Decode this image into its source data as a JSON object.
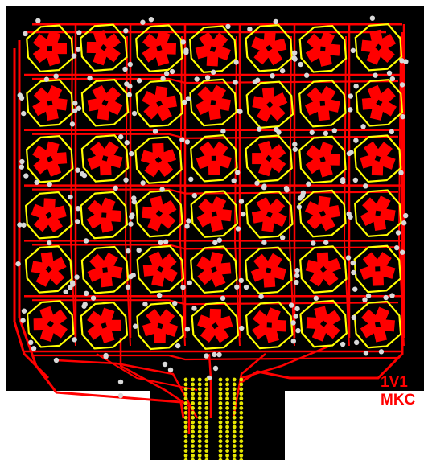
{
  "board": {
    "label_line1": "1V1",
    "label_line2": "MKC",
    "colors": {
      "substrate": "#000000",
      "copper": "#ff0000",
      "silkscreen": "#ffff00",
      "via": "#d9d9d9",
      "pad": "#e6e600",
      "background": "#ffffff"
    },
    "grid": {
      "columns": 7,
      "rows": 6
    },
    "connector": {
      "columns": 9,
      "rows": 18
    }
  }
}
